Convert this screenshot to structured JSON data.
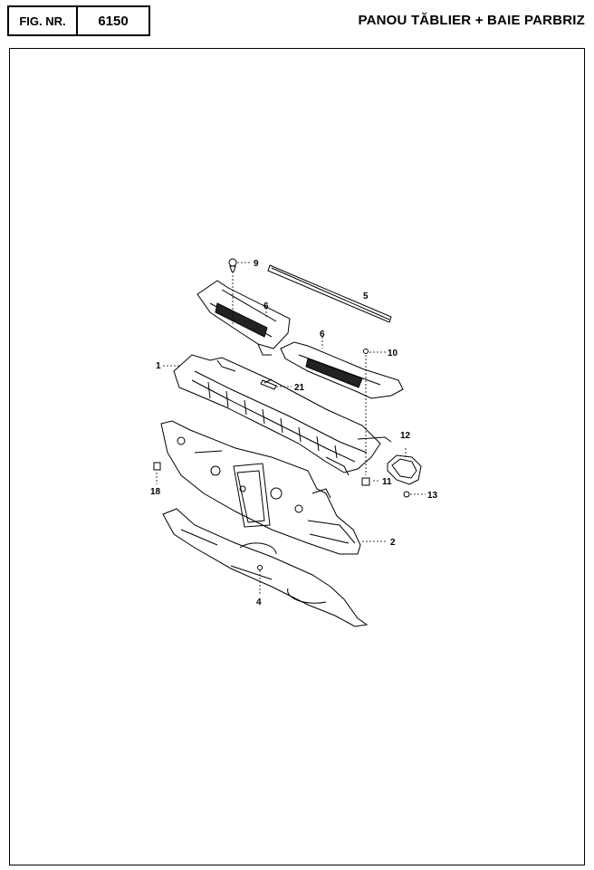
{
  "header": {
    "fig_label": "FIG. NR.",
    "fig_number": "6150",
    "title": "PANOU TĂBLIER + BAIE PARBRIZ"
  },
  "callouts": {
    "c1": "1",
    "c2": "2",
    "c4": "4",
    "c5": "5",
    "c6a": "6",
    "c6b": "6",
    "c9": "9",
    "c10": "10",
    "c11": "11",
    "c12": "12",
    "c13": "13",
    "c18": "18",
    "c21": "21"
  }
}
